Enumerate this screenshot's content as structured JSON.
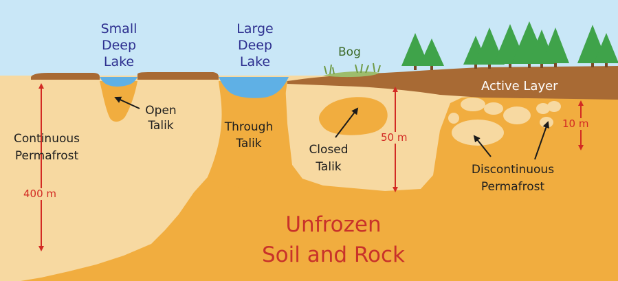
{
  "labels": {
    "small_deep_lake": [
      "Small",
      "Deep",
      "Lake"
    ],
    "large_deep_lake": [
      "Large",
      "Deep",
      "Lake"
    ],
    "bog": "Bog",
    "active_layer": "Active Layer",
    "open_talik": [
      "Open",
      "Talik"
    ],
    "through_talik": [
      "Through",
      "Talik"
    ],
    "closed_talik": [
      "Closed",
      "Talik"
    ],
    "continuous_permafrost": [
      "Continuous",
      "Permafrost"
    ],
    "discontinuous_permafrost": [
      "Discontinuous",
      "Permafrost"
    ],
    "unfrozen": [
      "Unfrozen",
      "Soil and Rock"
    ]
  },
  "measurements": {
    "continuous_depth": "400 m",
    "closed_talik_depth": "50 m",
    "active_layer_depth": "10 m"
  },
  "colors": {
    "sky": "#c9e7f7",
    "unfrozen_ground": "#f1ad3f",
    "permafrost": "#f7d9a1",
    "active_layer": "#a86a34",
    "water": "#5fb0e5",
    "bog_grass": "#9dbd6c",
    "tree": "#3fa34a",
    "tree_trunk": "#7a4a24",
    "measure_arrow": "#d22a23",
    "pointer_arrow": "#1a1a1a"
  }
}
